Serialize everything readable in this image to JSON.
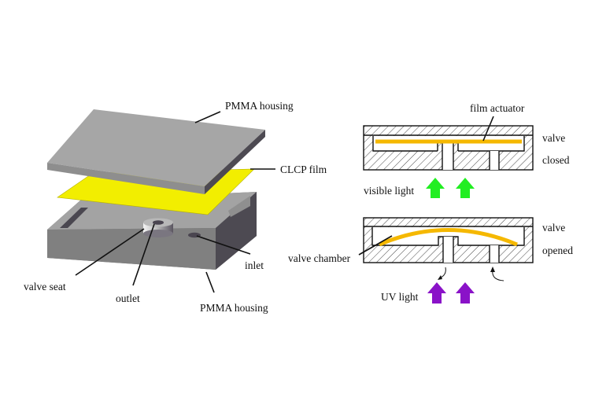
{
  "left_panel": {
    "labels": {
      "top_housing": "PMMA housing",
      "film": "CLCP film",
      "valve_seat": "valve seat",
      "outlet": "outlet",
      "inlet": "inlet",
      "bottom_housing": "PMMA housing"
    }
  },
  "right_panel": {
    "closed": {
      "film_label": "film actuator",
      "state_line1": "valve",
      "state_line2": "closed",
      "light_label": "visible light"
    },
    "opened": {
      "chamber_label": "valve chamber",
      "state_line1": "valve",
      "state_line2": "opened",
      "light_label": "UV light"
    }
  },
  "colors": {
    "film_yellow": "#f2ee00",
    "actuator_orange": "#f5b800",
    "visible_arrow": "#22ee22",
    "uv_arrow": "#8a12c8",
    "housing_top": "#a6a6a6",
    "housing_side_dark": "#4d4a52",
    "housing_front": "#7f7f7f"
  }
}
